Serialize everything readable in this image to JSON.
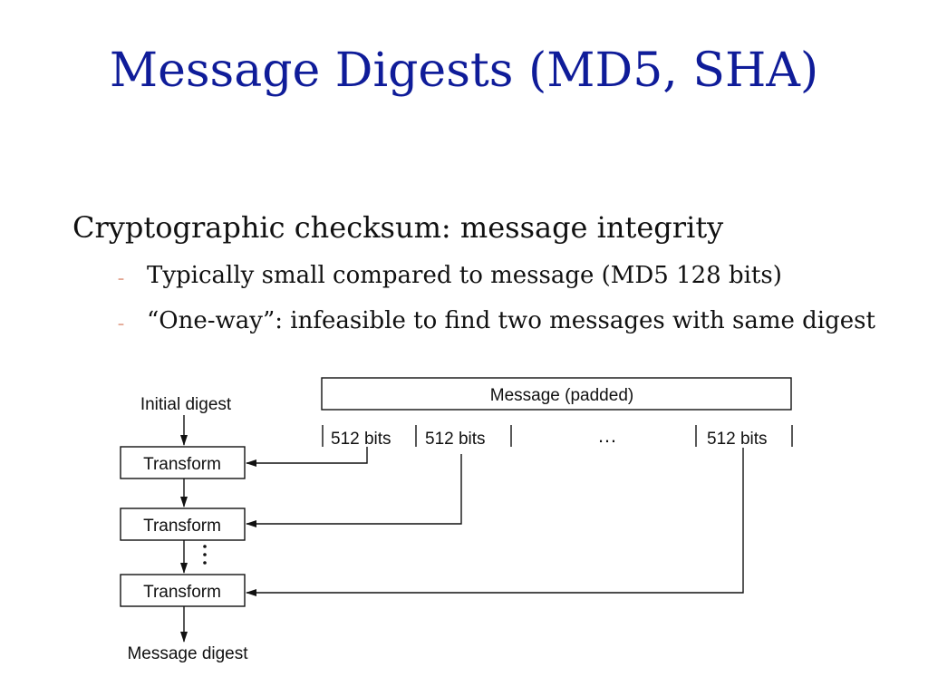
{
  "slide": {
    "title": "Message Digests (MD5, SHA)",
    "bullet": "Cryptographic checksum: message integrity",
    "sub_bullets": [
      {
        "dash": "–",
        "text": "Typically small compared to message (MD5 128 bits)"
      },
      {
        "dash": "–",
        "text": "“One-way”: infeasible to find two messages with same digest"
      }
    ]
  },
  "diagram": {
    "initial_label": "Initial digest",
    "message_box_label": "Message (padded)",
    "block_labels": [
      "512 bits",
      "512 bits",
      "512 bits"
    ],
    "ellipsis": "…",
    "transform_labels": [
      "Transform",
      "Transform",
      "Transform"
    ],
    "output_label": "Message digest",
    "colors": {
      "title": "#0f1c99",
      "dash": "#c8502a",
      "lines": "#111111"
    }
  }
}
